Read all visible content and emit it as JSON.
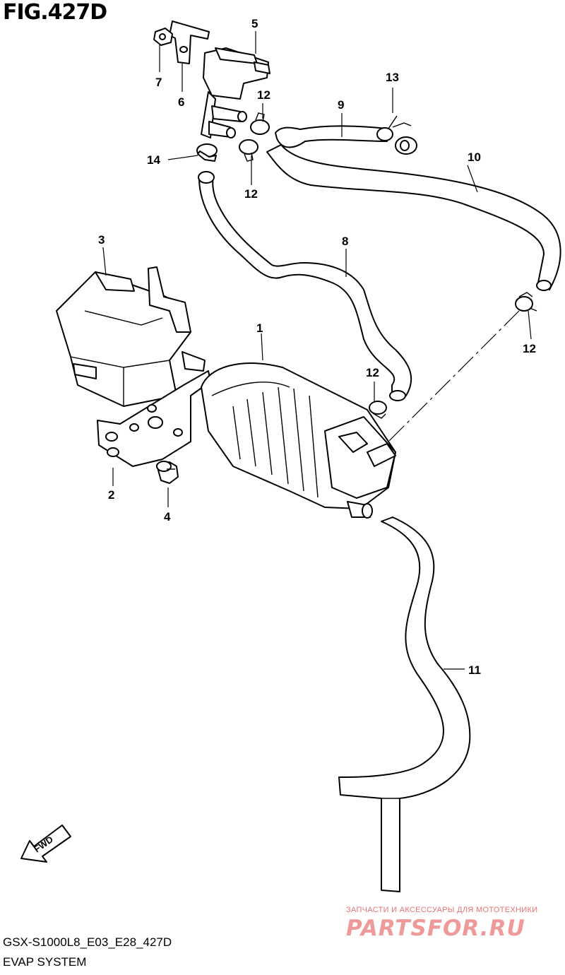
{
  "figure": {
    "title": "FIG.427D",
    "model_code": "GSX-S1000L8_E03_E28_427D",
    "section_name": "EVAP SYSTEM",
    "direction_label": "FWD"
  },
  "watermark": {
    "tagline": "ЗАПЧАСТИ И АКСЕССУАРЫ ДЛЯ МОТОТЕХНИКИ",
    "logo": "PARTSFOR.RU"
  },
  "callouts": [
    {
      "id": "c1",
      "label": "1",
      "part": "canister"
    },
    {
      "id": "c2",
      "label": "2",
      "part": "canister-bracket"
    },
    {
      "id": "c3",
      "label": "3",
      "part": "canister-cover"
    },
    {
      "id": "c4",
      "label": "4",
      "part": "bolt"
    },
    {
      "id": "c5",
      "label": "5",
      "part": "purge-control-valve"
    },
    {
      "id": "c6",
      "label": "6",
      "part": "valve-bracket"
    },
    {
      "id": "c7",
      "label": "7",
      "part": "nut"
    },
    {
      "id": "c8",
      "label": "8",
      "part": "hose"
    },
    {
      "id": "c9",
      "label": "9",
      "part": "hose"
    },
    {
      "id": "c10",
      "label": "10",
      "part": "hose"
    },
    {
      "id": "c11",
      "label": "11",
      "part": "drain-hose"
    },
    {
      "id": "c12a",
      "label": "12",
      "part": "clamp"
    },
    {
      "id": "c12b",
      "label": "12",
      "part": "clamp"
    },
    {
      "id": "c12c",
      "label": "12",
      "part": "clamp"
    },
    {
      "id": "c12d",
      "label": "12",
      "part": "clamp"
    },
    {
      "id": "c13",
      "label": "13",
      "part": "clip"
    },
    {
      "id": "c14",
      "label": "14",
      "part": "clamp"
    }
  ],
  "colors": {
    "ink": "#000000",
    "background": "#ffffff",
    "watermark_text": "#e57373",
    "watermark_logo": "#ef9a9a"
  }
}
